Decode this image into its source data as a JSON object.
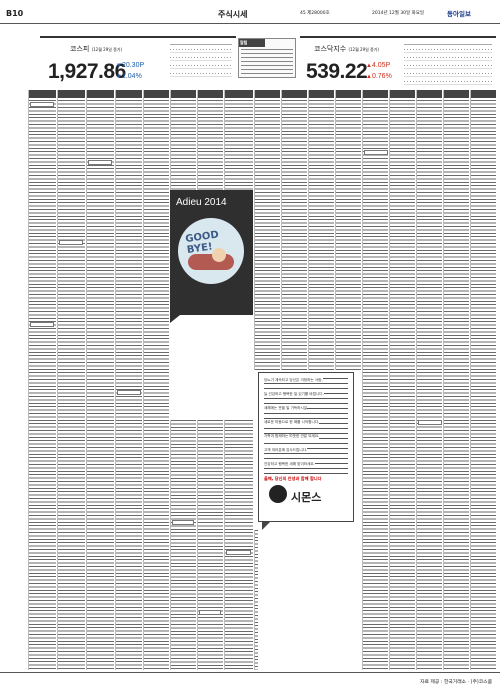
{
  "header": {
    "page_number": "B10",
    "section_title": "주식시세",
    "issue": "45 제28000호",
    "date": "2014년 12월 30일 화요일",
    "masthead": "동아일보"
  },
  "kospi": {
    "name": "코스피",
    "subtitle": "(12월 29일 종가)",
    "value": "1,927.86",
    "change_points": "20.30P",
    "change_percent": "1.04%",
    "direction": "down",
    "color": "#1d5fb0"
  },
  "kosdaq": {
    "name": "코스닥지수",
    "subtitle": "(12월 29일 종가)",
    "value": "539.22",
    "change_points": "4.05P",
    "change_percent": "0.76%",
    "direction": "up",
    "color": "#d03020"
  },
  "notice": {
    "title": "알림"
  },
  "adieu": {
    "title": "Adieu 2014",
    "illustration_text": "GOOD BYE!",
    "icon": "goodbye-sleeping-illustration"
  },
  "ad": {
    "lines": [
      "당뇨가 계속되고 당신은 걱정하는 사람,",
      "늘 건강하고 행복한 일 있기를 바랍니다.",
      "새해에는 웃을 일 가득하시길",
      "새로운 마음으로 한 해를 시작합니다.",
      "가족과 함께하는 따뜻한 연말 되세요.",
      "고객 여러분께 감사드립니다.",
      "건강하고 행복한 새해 맞이하세요."
    ],
    "headline": "올해, 당신의 안녕과 함께 합니다",
    "brand": "시몬스"
  },
  "footer": {
    "source": "자료 제공 : 한국거래소 · (주)코스콤"
  }
}
